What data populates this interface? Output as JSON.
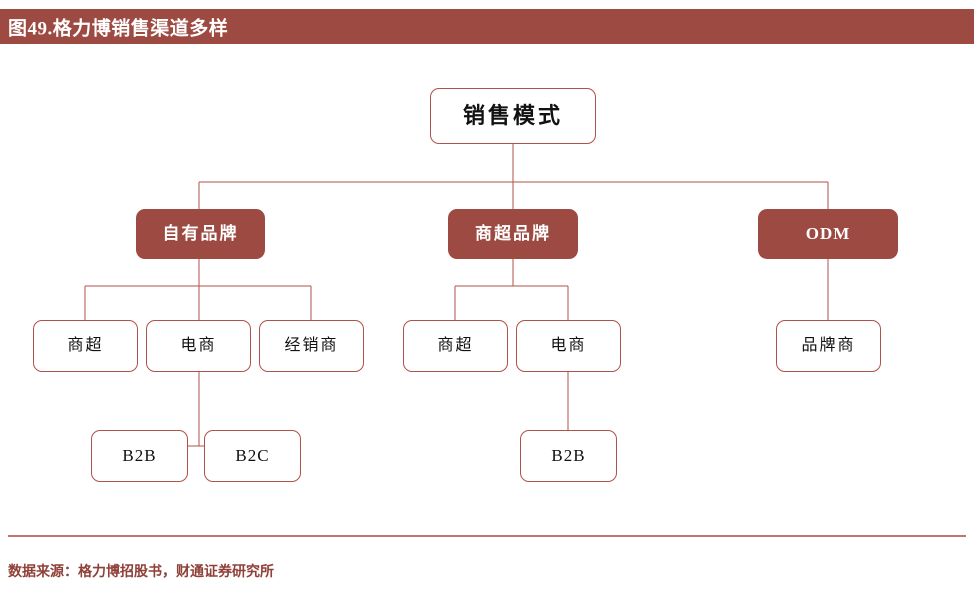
{
  "figure": {
    "title": "图49.格力博销售渠道多样",
    "source_note": "数据来源：格力博招股书，财通证券研究所",
    "colors": {
      "title_bar_bg": "#9c4a42",
      "title_text": "#ffffff",
      "node_fill_accent": "#9c4a42",
      "node_border": "#b0524b",
      "connector": "#b0524b",
      "footer_rule": "#c4726c",
      "footer_text": "#8f4038",
      "canvas_bg": "#ffffff"
    }
  },
  "chart_data": {
    "type": "diagram",
    "subtype": "org-tree",
    "title": "图49.格力博销售渠道多样",
    "orientation": "top-down",
    "levels": 4,
    "nodes": [
      {
        "id": "root",
        "label": "销售模式",
        "level": 0,
        "style": "plain",
        "parent": null
      },
      {
        "id": "own-brand",
        "label": "自有品牌",
        "level": 1,
        "style": "filled",
        "parent": "root"
      },
      {
        "id": "retail-brand",
        "label": "商超品牌",
        "level": 1,
        "style": "filled",
        "parent": "root"
      },
      {
        "id": "odm",
        "label": "ODM",
        "level": 1,
        "style": "filled",
        "parent": "root"
      },
      {
        "id": "own-retail",
        "label": "商超",
        "level": 2,
        "style": "plain",
        "parent": "own-brand"
      },
      {
        "id": "own-ecom",
        "label": "电商",
        "level": 2,
        "style": "plain",
        "parent": "own-brand"
      },
      {
        "id": "own-dealer",
        "label": "经销商",
        "level": 2,
        "style": "plain",
        "parent": "own-brand"
      },
      {
        "id": "rb-retail",
        "label": "商超",
        "level": 2,
        "style": "plain",
        "parent": "retail-brand"
      },
      {
        "id": "rb-ecom",
        "label": "电商",
        "level": 2,
        "style": "plain",
        "parent": "retail-brand"
      },
      {
        "id": "odm-brand",
        "label": "品牌商",
        "level": 2,
        "style": "plain",
        "parent": "odm"
      },
      {
        "id": "own-b2b",
        "label": "B2B",
        "level": 3,
        "style": "plain",
        "parent": "own-ecom"
      },
      {
        "id": "own-b2c",
        "label": "B2C",
        "level": 3,
        "style": "plain",
        "parent": "own-ecom"
      },
      {
        "id": "rb-b2b",
        "label": "B2B",
        "level": 3,
        "style": "plain",
        "parent": "rb-ecom"
      }
    ],
    "edges": [
      [
        "root",
        "own-brand"
      ],
      [
        "root",
        "retail-brand"
      ],
      [
        "root",
        "odm"
      ],
      [
        "own-brand",
        "own-retail"
      ],
      [
        "own-brand",
        "own-ecom"
      ],
      [
        "own-brand",
        "own-dealer"
      ],
      [
        "retail-brand",
        "rb-retail"
      ],
      [
        "retail-brand",
        "rb-ecom"
      ],
      [
        "odm",
        "odm-brand"
      ],
      [
        "own-ecom",
        "own-b2b"
      ],
      [
        "own-ecom",
        "own-b2c"
      ],
      [
        "rb-ecom",
        "rb-b2b"
      ]
    ]
  }
}
